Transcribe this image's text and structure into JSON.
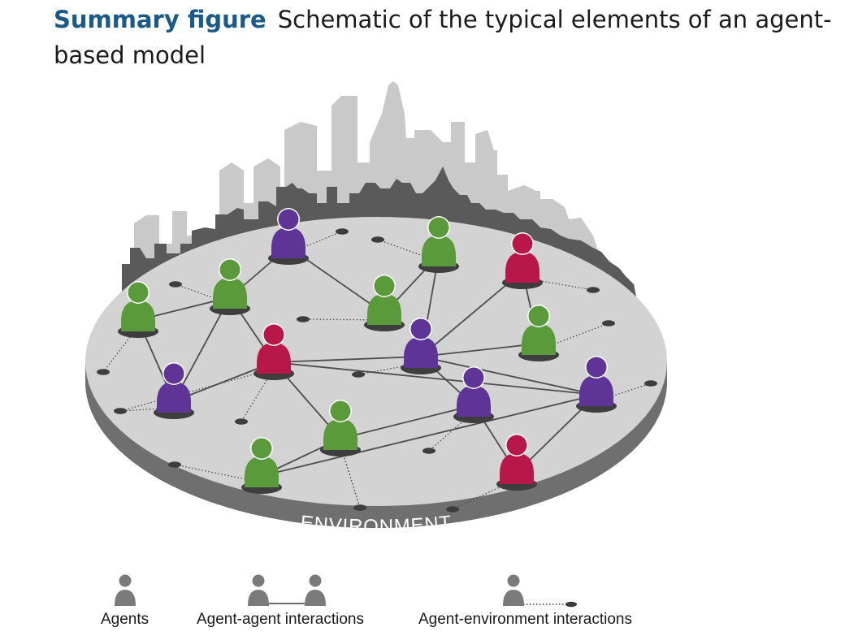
{
  "title": {
    "lead": "Summary figure",
    "text": "Schematic of the typical elements of an agent-based model"
  },
  "platform": {
    "label": "ENVIRONMENT"
  },
  "colors": {
    "title_accent": "#1b5a86",
    "agent_green": "#5a9a3a",
    "agent_purple": "#5e3596",
    "agent_red": "#b8174a",
    "disc_top": "#d3d3d3",
    "disc_side": "#6f6f6f",
    "legend_agent": "#7a7a7a"
  },
  "agents": [
    {
      "id": "a1",
      "kind": "purple"
    },
    {
      "id": "a2",
      "kind": "green"
    },
    {
      "id": "a3",
      "kind": "red"
    },
    {
      "id": "a4",
      "kind": "green"
    },
    {
      "id": "a5",
      "kind": "green"
    },
    {
      "id": "a6",
      "kind": "green"
    },
    {
      "id": "a7",
      "kind": "red"
    },
    {
      "id": "a8",
      "kind": "purple"
    },
    {
      "id": "a9",
      "kind": "green"
    },
    {
      "id": "a10",
      "kind": "purple"
    },
    {
      "id": "a11",
      "kind": "green"
    },
    {
      "id": "a12",
      "kind": "purple"
    },
    {
      "id": "a13",
      "kind": "purple"
    },
    {
      "id": "a14",
      "kind": "green"
    },
    {
      "id": "a15",
      "kind": "red"
    }
  ],
  "agent_links": [
    [
      "a1",
      "a4"
    ],
    [
      "a1",
      "a5"
    ],
    [
      "a2",
      "a5"
    ],
    [
      "a2",
      "a8"
    ],
    [
      "a3",
      "a9"
    ],
    [
      "a3",
      "a8"
    ],
    [
      "a4",
      "a6"
    ],
    [
      "a4",
      "a10"
    ],
    [
      "a4",
      "a7"
    ],
    [
      "a6",
      "a10"
    ],
    [
      "a7",
      "a10"
    ],
    [
      "a7",
      "a8"
    ],
    [
      "a7",
      "a13"
    ],
    [
      "a7",
      "a11"
    ],
    [
      "a9",
      "a8"
    ],
    [
      "a8",
      "a12"
    ],
    [
      "a8",
      "a13"
    ],
    [
      "a11",
      "a12"
    ],
    [
      "a11",
      "a14"
    ],
    [
      "a13",
      "a14"
    ],
    [
      "a13",
      "a15"
    ],
    [
      "a12",
      "a15"
    ]
  ],
  "env_links": [
    {
      "agent": "a1",
      "spot": "e1"
    },
    {
      "agent": "a2",
      "spot": "e2"
    },
    {
      "agent": "a3",
      "spot": "e3"
    },
    {
      "agent": "a4",
      "spot": "e4"
    },
    {
      "agent": "a5",
      "spot": "e5"
    },
    {
      "agent": "a6",
      "spot": "e6"
    },
    {
      "agent": "a7",
      "spot": "e7"
    },
    {
      "agent": "a7",
      "spot": "e8"
    },
    {
      "agent": "a8",
      "spot": "e9"
    },
    {
      "agent": "a9",
      "spot": "e10"
    },
    {
      "agent": "a10",
      "spot": "e11"
    },
    {
      "agent": "a11",
      "spot": "e12"
    },
    {
      "agent": "a12",
      "spot": "e13"
    },
    {
      "agent": "a14",
      "spot": "e14"
    },
    {
      "agent": "a13",
      "spot": "e15"
    },
    {
      "agent": "a15",
      "spot": "e16"
    },
    {
      "agent": "a11",
      "spot": "e17"
    }
  ],
  "legend": {
    "agents": "Agents",
    "agent_agent": "Agent-agent interactions",
    "agent_environment": "Agent-environment interactions"
  }
}
